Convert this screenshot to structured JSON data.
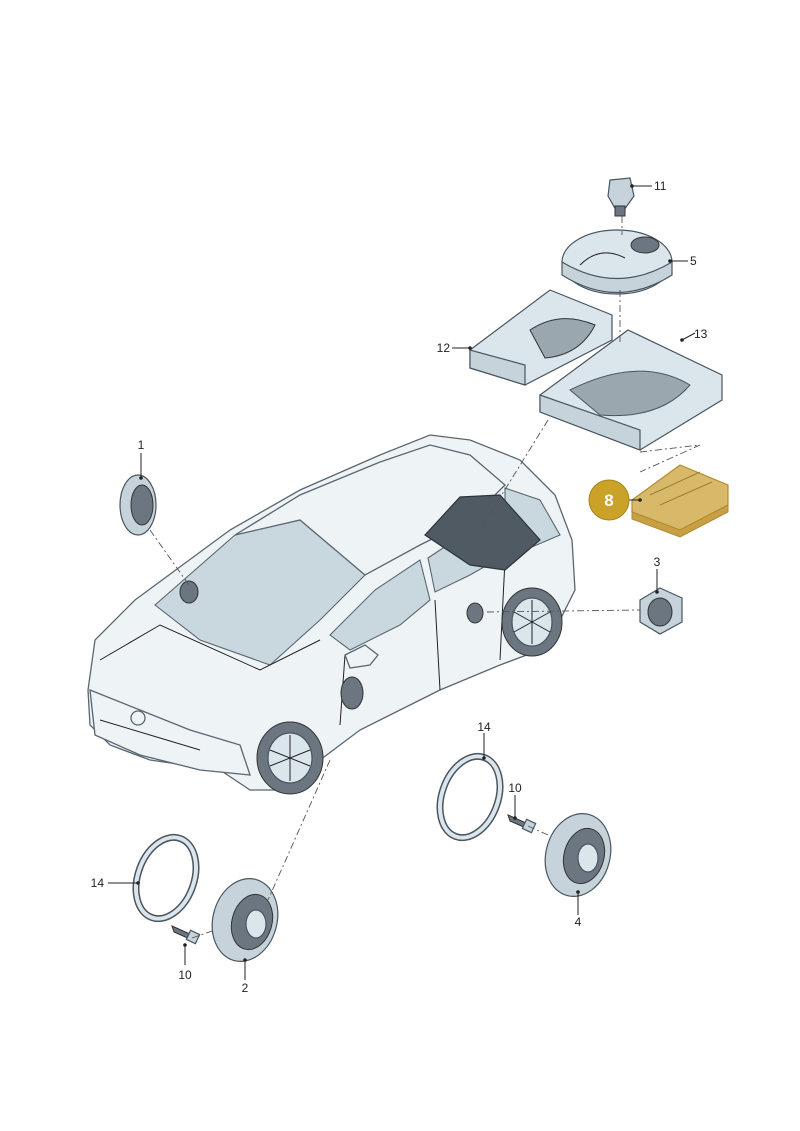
{
  "callouts": {
    "c1": "1",
    "c2": "2",
    "c3": "3",
    "c4": "4",
    "c5": "5",
    "c8": "8",
    "c10a": "10",
    "c10b": "10",
    "c11": "11",
    "c12": "12",
    "c13": "13",
    "c14a": "14",
    "c14b": "14"
  },
  "colors": {
    "highlight": "#c9a227",
    "part_fill": "#dbe6ec",
    "outline": "#4a5560"
  }
}
